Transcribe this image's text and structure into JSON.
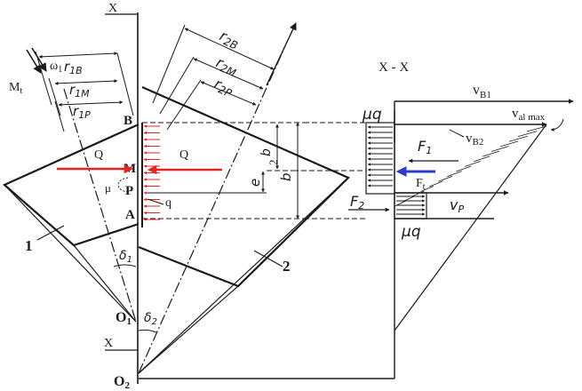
{
  "labels": {
    "axis_x_top": "X",
    "axis_x_bottom": "X",
    "section_title": "X - X",
    "torque": "M",
    "torque_sub": "t",
    "omega": "ω",
    "omega_sub": "1",
    "r": "r",
    "r1b_sub": "1B",
    "r1m_sub": "1M",
    "r1p_sub": "1P",
    "r2b_sub": "2B",
    "r2m_sub": "2M",
    "r2p_sub": "2P",
    "point_b": "B",
    "point_m": "M",
    "point_p": "P",
    "point_a": "A",
    "force_q_left": "Q",
    "force_q_right": "Q",
    "mu": "μ",
    "q": "q",
    "b_half_num": "b",
    "b_half_den": "2",
    "b": "b",
    "e": "e",
    "part_1": "1",
    "part_2": "2",
    "delta": "δ",
    "delta1_sub": "1",
    "delta2_sub": "2",
    "o": "O",
    "o1_sub": "1",
    "o2_sub": "2",
    "mu_q_top": "μq",
    "mu_q_bottom": "μq",
    "v": "v",
    "vb1_sub": "B1",
    "val_max_sub": "al max",
    "vb2_sub": "B2",
    "vp_sub": "P",
    "f": "F",
    "f1_sub": "1",
    "f2_sub": "2",
    "ft_sub": "t"
  },
  "colors": {
    "ink": "#1a1a1a",
    "red": "#e52424",
    "blue": "#2a3cc8"
  }
}
